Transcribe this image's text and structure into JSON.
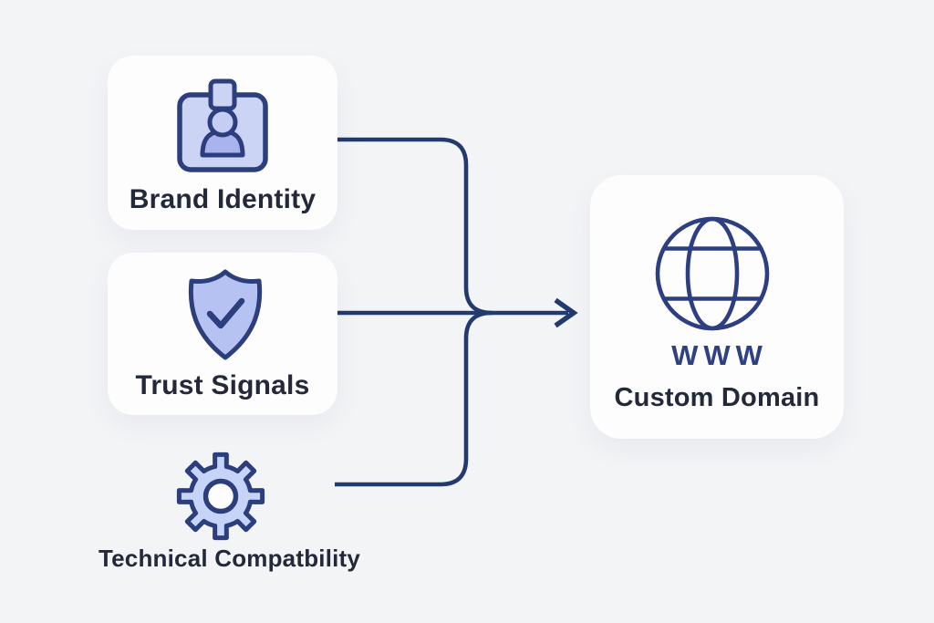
{
  "colors": {
    "background": "#f3f4f6",
    "card": "#fdfdfe",
    "line": "#233a6e",
    "icon_stroke": "#2c3e7b",
    "icon_fill_light": "#ccd4f6",
    "icon_fill_mid": "#b6c3f2",
    "icon_fill_body": "#a9b4ee",
    "icon_fill_head": "#c5cdf4",
    "icon_fill_gear": "#c6d5f7",
    "www": "#2e4183",
    "label": "#232939"
  },
  "inputs": [
    {
      "label": "Brand Identity",
      "icon": "id-badge-icon"
    },
    {
      "label": "Trust Signals",
      "icon": "shield-check-icon"
    },
    {
      "label": "Technical Compatbility",
      "icon": "gear-icon"
    }
  ],
  "output": {
    "acronym": "WWW",
    "label": "Custom Domain",
    "icon": "globe-icon"
  }
}
